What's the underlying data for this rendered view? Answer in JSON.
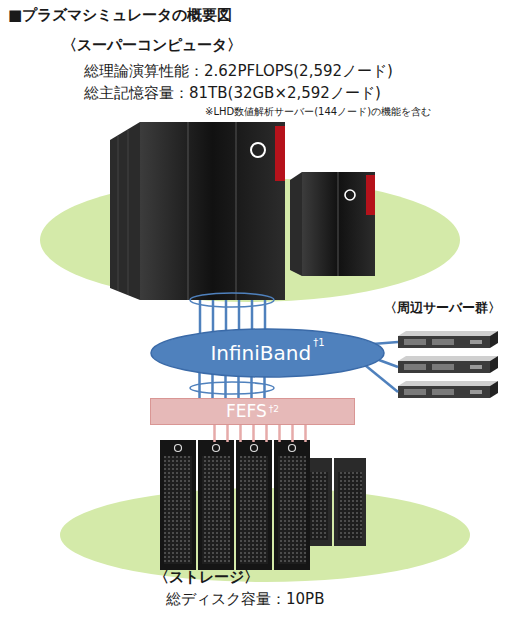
{
  "diagram": {
    "title": "■プラズマシミュレータの概要図",
    "nodes": [
      {
        "text": [
          "〈スーパーコンピュータ〉",
          "総理論演算性能：2.62PFLOPS(2,592ノード)",
          "総主記憶容量：81TB(32GB×2,592ノード)",
          "※LHD数値解析サーバー(144ノード)の機能を含む"
        ]
      },
      {
        "text": [
          "InfiniBand",
          "†1"
        ]
      },
      {
        "text": [
          "〈周辺サーバー群〉"
        ]
      },
      {
        "text": [
          "FEFS",
          "†2"
        ]
      },
      {
        "text": [
          "〈ストレージ〉",
          "総ディスク容量：10PB"
        ]
      }
    ],
    "edges": [
      {
        "from": 0,
        "to": 1,
        "arrow": "none"
      },
      {
        "from": 1,
        "to": 2,
        "arrow": "none"
      },
      {
        "from": 1,
        "to": 3,
        "arrow": "none"
      },
      {
        "from": 3,
        "to": 4,
        "arrow": "none"
      }
    ]
  }
}
